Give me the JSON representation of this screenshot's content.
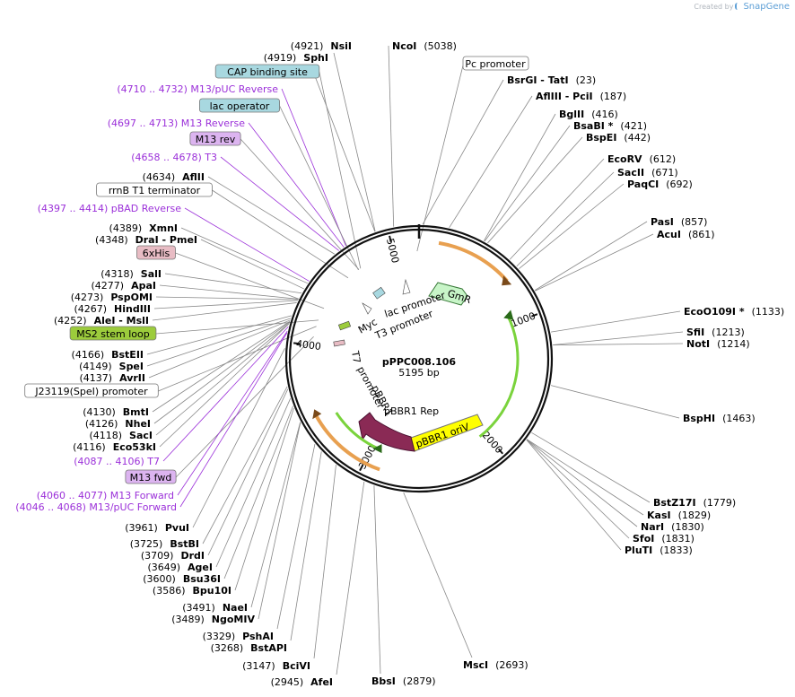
{
  "credit": {
    "prefix": "Created by",
    "brand": "SnapGene"
  },
  "plasmid": {
    "name": "pPPC008.106",
    "size": "5195 bp",
    "length": 5195
  },
  "ticks": [
    "1000",
    "2000",
    "3000",
    "4000",
    "5000"
  ],
  "colors": {
    "orf": "#7ad33c",
    "arrow_orange": "#e8a050",
    "gmr": "#c8f5c8",
    "orv": "#ffff00",
    "rep": "#8a2a55",
    "primer": "#9b30d9",
    "prom_box": "#ffffff",
    "cap_box": "#a8d8e0",
    "his_box": "#e8bcc4",
    "stem_box": "#9ccc3c",
    "m13_box": "#dcb4f0"
  },
  "enzymes_left": [
    {
      "pos": "(4921)",
      "name": "NsiI",
      "bp": 4921
    },
    {
      "pos": "(4919)",
      "name": "SphI",
      "bp": 4919
    },
    {
      "pos": "(4634)",
      "name": "AflII",
      "bp": 4634
    },
    {
      "pos": "(4389)",
      "name": "XmnI",
      "bp": 4389
    },
    {
      "pos": "(4348)",
      "name": "DraI  - PmeI",
      "bp": 4348
    },
    {
      "pos": "(4318)",
      "name": "SalI",
      "bp": 4318
    },
    {
      "pos": "(4277)",
      "name": "ApaI",
      "bp": 4277
    },
    {
      "pos": "(4273)",
      "name": "PspOMI",
      "bp": 4273
    },
    {
      "pos": "(4267)",
      "name": "HindIII",
      "bp": 4267
    },
    {
      "pos": "(4252)",
      "name": "AleI  - MslI",
      "bp": 4252
    },
    {
      "pos": "(4166)",
      "name": "BstEII",
      "bp": 4166
    },
    {
      "pos": "(4149)",
      "name": "SpeI",
      "bp": 4149
    },
    {
      "pos": "(4137)",
      "name": "AvrII",
      "bp": 4137
    },
    {
      "pos": "(4130)",
      "name": "BmtI",
      "bp": 4130
    },
    {
      "pos": "(4126)",
      "name": "NheI",
      "bp": 4126
    },
    {
      "pos": "(4118)",
      "name": "SacI",
      "bp": 4118
    },
    {
      "pos": "(4116)",
      "name": "Eco53kI",
      "bp": 4116
    },
    {
      "pos": "(3961)",
      "name": "PvuI",
      "bp": 3961
    },
    {
      "pos": "(3725)",
      "name": "BstBI",
      "bp": 3725
    },
    {
      "pos": "(3709)",
      "name": "DrdI",
      "bp": 3709
    },
    {
      "pos": "(3649)",
      "name": "AgeI",
      "bp": 3649
    },
    {
      "pos": "(3600)",
      "name": "Bsu36I",
      "bp": 3600
    },
    {
      "pos": "(3586)",
      "name": "Bpu10I",
      "bp": 3586
    },
    {
      "pos": "(3491)",
      "name": "NaeI",
      "bp": 3491
    },
    {
      "pos": "(3489)",
      "name": "NgoMIV",
      "bp": 3489
    },
    {
      "pos": "(3329)",
      "name": "PshAI",
      "bp": 3329
    },
    {
      "pos": "(3268)",
      "name": "BstAPI",
      "bp": 3268
    },
    {
      "pos": "(3147)",
      "name": "BciVI",
      "bp": 3147
    },
    {
      "pos": "(2945)",
      "name": "AfeI",
      "bp": 2945
    }
  ],
  "enzymes_right": [
    {
      "name": "NcoI",
      "pos": "(5038)",
      "bp": 5038
    },
    {
      "name": "BsrGI  - TatI",
      "pos": "(23)",
      "bp": 23
    },
    {
      "name": "AflIII  - PciI",
      "pos": "(187)",
      "bp": 187
    },
    {
      "name": "BglII",
      "pos": "(416)",
      "bp": 416
    },
    {
      "name": "BsaBI *",
      "pos": "(421)",
      "bp": 421
    },
    {
      "name": "BspEI",
      "pos": "(442)",
      "bp": 442
    },
    {
      "name": "EcoRV",
      "pos": "(612)",
      "bp": 612
    },
    {
      "name": "SacII",
      "pos": "(671)",
      "bp": 671
    },
    {
      "name": "PaqCI",
      "pos": "(692)",
      "bp": 692
    },
    {
      "name": "PasI",
      "pos": "(857)",
      "bp": 857
    },
    {
      "name": "AcuI",
      "pos": "(861)",
      "bp": 861
    },
    {
      "name": "EcoO109I *",
      "pos": "(1133)",
      "bp": 1133
    },
    {
      "name": "SfiI",
      "pos": "(1213)",
      "bp": 1213
    },
    {
      "name": "NotI",
      "pos": "(1214)",
      "bp": 1214
    },
    {
      "name": "BspHI",
      "pos": "(1463)",
      "bp": 1463
    },
    {
      "name": "BstZ17I",
      "pos": "(1779)",
      "bp": 1779
    },
    {
      "name": "KasI",
      "pos": "(1829)",
      "bp": 1829
    },
    {
      "name": "NarI",
      "pos": "(1830)",
      "bp": 1830
    },
    {
      "name": "SfoI",
      "pos": "(1831)",
      "bp": 1831
    },
    {
      "name": "PluTI",
      "pos": "(1833)",
      "bp": 1833
    },
    {
      "name": "MscI",
      "pos": "(2693)",
      "bp": 2693
    },
    {
      "name": "BbsI",
      "pos": "(2879)",
      "bp": 2879
    }
  ],
  "features_left": [
    {
      "text": "CAP binding site",
      "kind": "box",
      "box": "cap"
    },
    {
      "text": "(4710 .. 4732)  M13/pUC Reverse",
      "kind": "primer"
    },
    {
      "text": "lac operator",
      "kind": "box",
      "box": "cap"
    },
    {
      "text": "(4697 .. 4713)  M13 Reverse",
      "kind": "primer"
    },
    {
      "text": "M13 rev",
      "kind": "box",
      "box": "m13"
    },
    {
      "text": "(4658 .. 4678)  T3",
      "kind": "primer"
    },
    {
      "text": "rrnB T1 terminator",
      "kind": "box",
      "box": "prom"
    },
    {
      "text": "(4397 .. 4414)  pBAD Reverse",
      "kind": "primer"
    },
    {
      "text": "6xHis",
      "kind": "box",
      "box": "his"
    },
    {
      "text": "MS2 stem loop",
      "kind": "box",
      "box": "stem"
    },
    {
      "text": "J23119(SpeI) promoter",
      "kind": "box",
      "box": "prom"
    },
    {
      "text": "(4087 .. 4106)  T7",
      "kind": "primer"
    },
    {
      "text": "M13 fwd",
      "kind": "box",
      "box": "m13"
    },
    {
      "text": "(4060 .. 4077)  M13 Forward",
      "kind": "primer"
    },
    {
      "text": "(4046 .. 4068)  M13/pUC Forward",
      "kind": "primer"
    }
  ],
  "feature_top": {
    "text": "Pc promoter"
  },
  "inner_labels": {
    "gmr": "GmR",
    "lac": "lac promoter",
    "t3": "T3 promoter",
    "myc": "Myc",
    "t7": "T7",
    "pbbr1_prom": "pBBR1",
    "promoter_word": "promoter",
    "rep": "pBBR1 Rep",
    "orv": "pBBR1 oriV"
  }
}
